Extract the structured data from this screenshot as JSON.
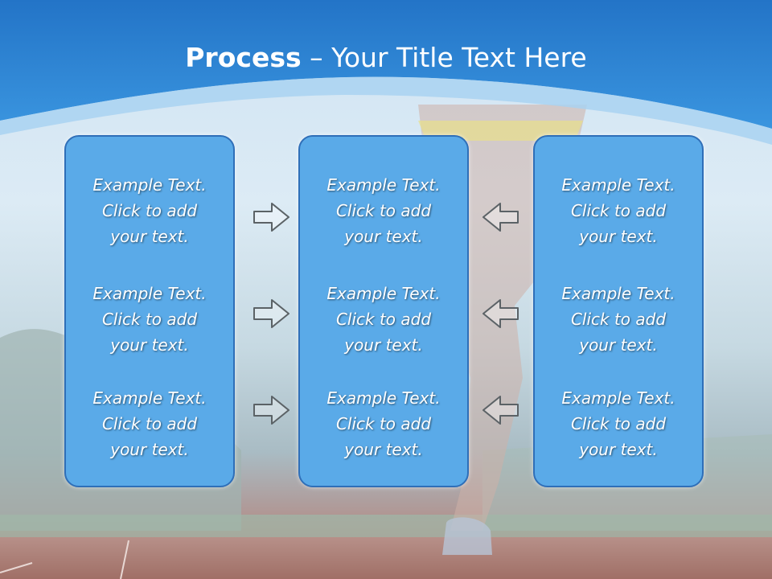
{
  "slide": {
    "title_bold": "Process",
    "title_rest": " – Your Title Text Here"
  },
  "columns": [
    {
      "items": [
        {
          "line1": "Example Text.",
          "line2": "Click  to add",
          "line3": "your text."
        },
        {
          "line1": "Example Text.",
          "line2": "Click  to add",
          "line3": "your text."
        },
        {
          "line1": "Example Text.",
          "line2": "Click  to add",
          "line3": "your text."
        }
      ]
    },
    {
      "items": [
        {
          "line1": "Example Text.",
          "line2": "Click  to add",
          "line3": "your text."
        },
        {
          "line1": "Example Text.",
          "line2": "Click  to add",
          "line3": "your text."
        },
        {
          "line1": "Example Text.",
          "line2": "Click  to add",
          "line3": "your text."
        }
      ]
    },
    {
      "items": [
        {
          "line1": "Example Text.",
          "line2": "Click  to add",
          "line3": "your text."
        },
        {
          "line1": "Example Text.",
          "line2": "Click  to add",
          "line3": "your text."
        },
        {
          "line1": "Example Text.",
          "line2": "Click  to add",
          "line3": "your text."
        }
      ]
    }
  ],
  "icons": {
    "left_arrows": "arrow-right-icon",
    "right_arrows": "arrow-left-icon"
  },
  "colors": {
    "header_blue": "#2a87d6",
    "box_fill": "#5aaae8",
    "box_border": "#2f6fb8",
    "text": "#ffffff"
  }
}
